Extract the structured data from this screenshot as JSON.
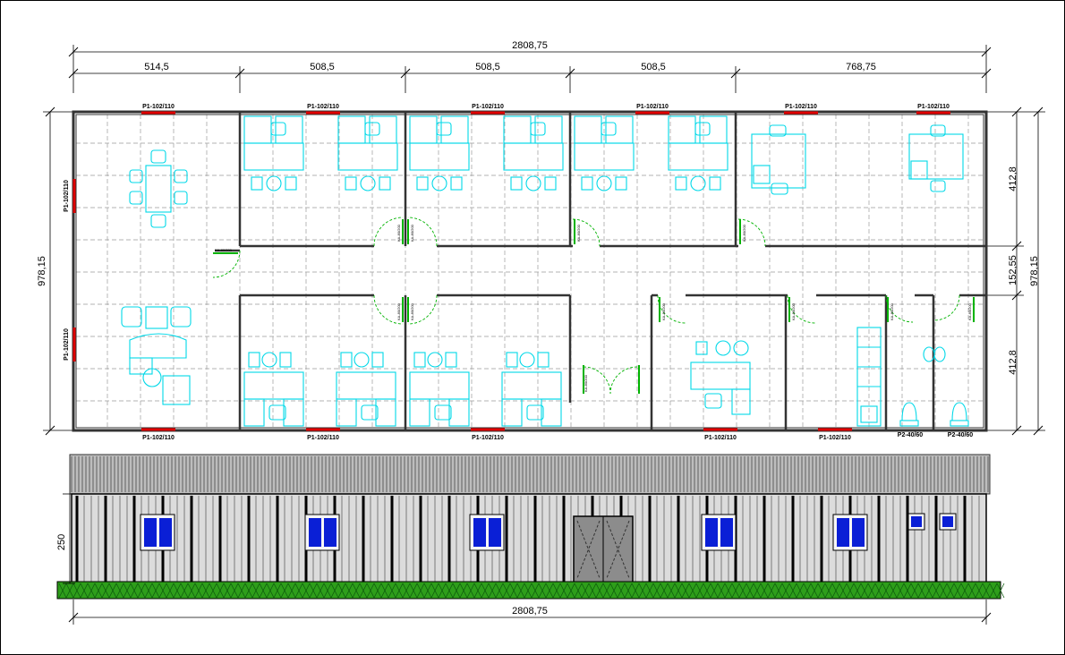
{
  "dimensions": {
    "overall_top": "2808,75",
    "segments": [
      "514,5",
      "508,5",
      "508,5",
      "508,5",
      "768,75"
    ],
    "left_height": "978,15",
    "right_top": "412,8",
    "right_corridor": "152,55",
    "right_bottom": "412,8",
    "right_total": "978,15",
    "elevation_height": "250",
    "overall_bottom": "2808,75"
  },
  "labels": {
    "window_p1": "P1-102/110",
    "window_p2": "P2-40/60",
    "door_code": "KA-80/200"
  },
  "colors": {
    "furniture": "#00d8e8",
    "window_mark": "#e00000",
    "door_swing": "#00b300",
    "roof": "#bdbdbd",
    "ground": "#2e9e1a",
    "glass": "#0a1fd6"
  }
}
